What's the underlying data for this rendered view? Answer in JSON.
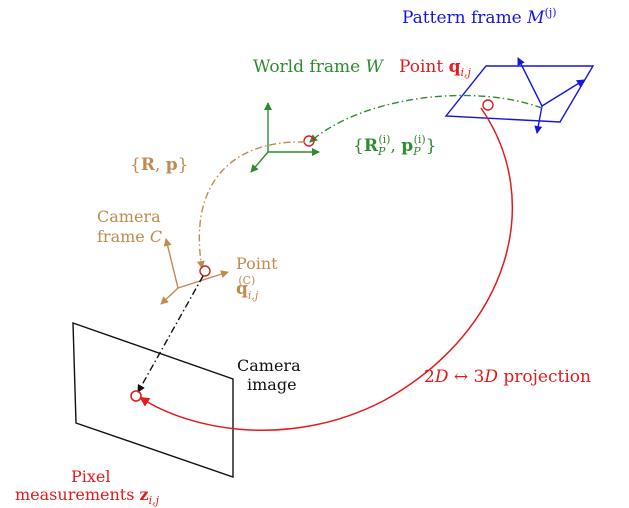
{
  "colors": {
    "red": "#e41a1c",
    "blue": "#1515e0",
    "green": "#2e8b2e",
    "tan": "#c08a50",
    "black": "#111111"
  },
  "labels": {
    "pattern_frame": {
      "text": "Pattern frame ",
      "sym": "M",
      "sup": "(j)"
    },
    "world_frame": {
      "text": "World frame ",
      "sym": "W"
    },
    "point_q": {
      "text": "Point ",
      "sym": "q",
      "sub": "i,j"
    },
    "pose_rp": {
      "open": "{",
      "R": "R",
      "sep": ", ",
      "p": "p",
      "close": "}"
    },
    "pose_rpp": {
      "open": "{",
      "R": "R",
      "R_sub": "P",
      "R_sup": "(i)",
      "sep": ", ",
      "p": "p",
      "p_sub": "P",
      "p_sup": "(i)",
      "close": "}"
    },
    "camera_frame_line1": "Camera",
    "camera_frame_line2": "frame ",
    "camera_frame_sym": "C",
    "point_qc_line1": "Point",
    "point_qc_sym": "q",
    "point_qc_sub": "i,j",
    "point_qc_sup": "(C)",
    "camera_image_line1": "Camera",
    "camera_image_line2": "image",
    "projection": {
      "a": "2",
      "b": "D",
      "arrow": " ↔ ",
      "c": "3",
      "d": "D",
      "e": " projection"
    },
    "pixel_line1": "Pixel",
    "pixel_line2": "measurements ",
    "pixel_sym": "z",
    "pixel_sub": "i,j"
  }
}
